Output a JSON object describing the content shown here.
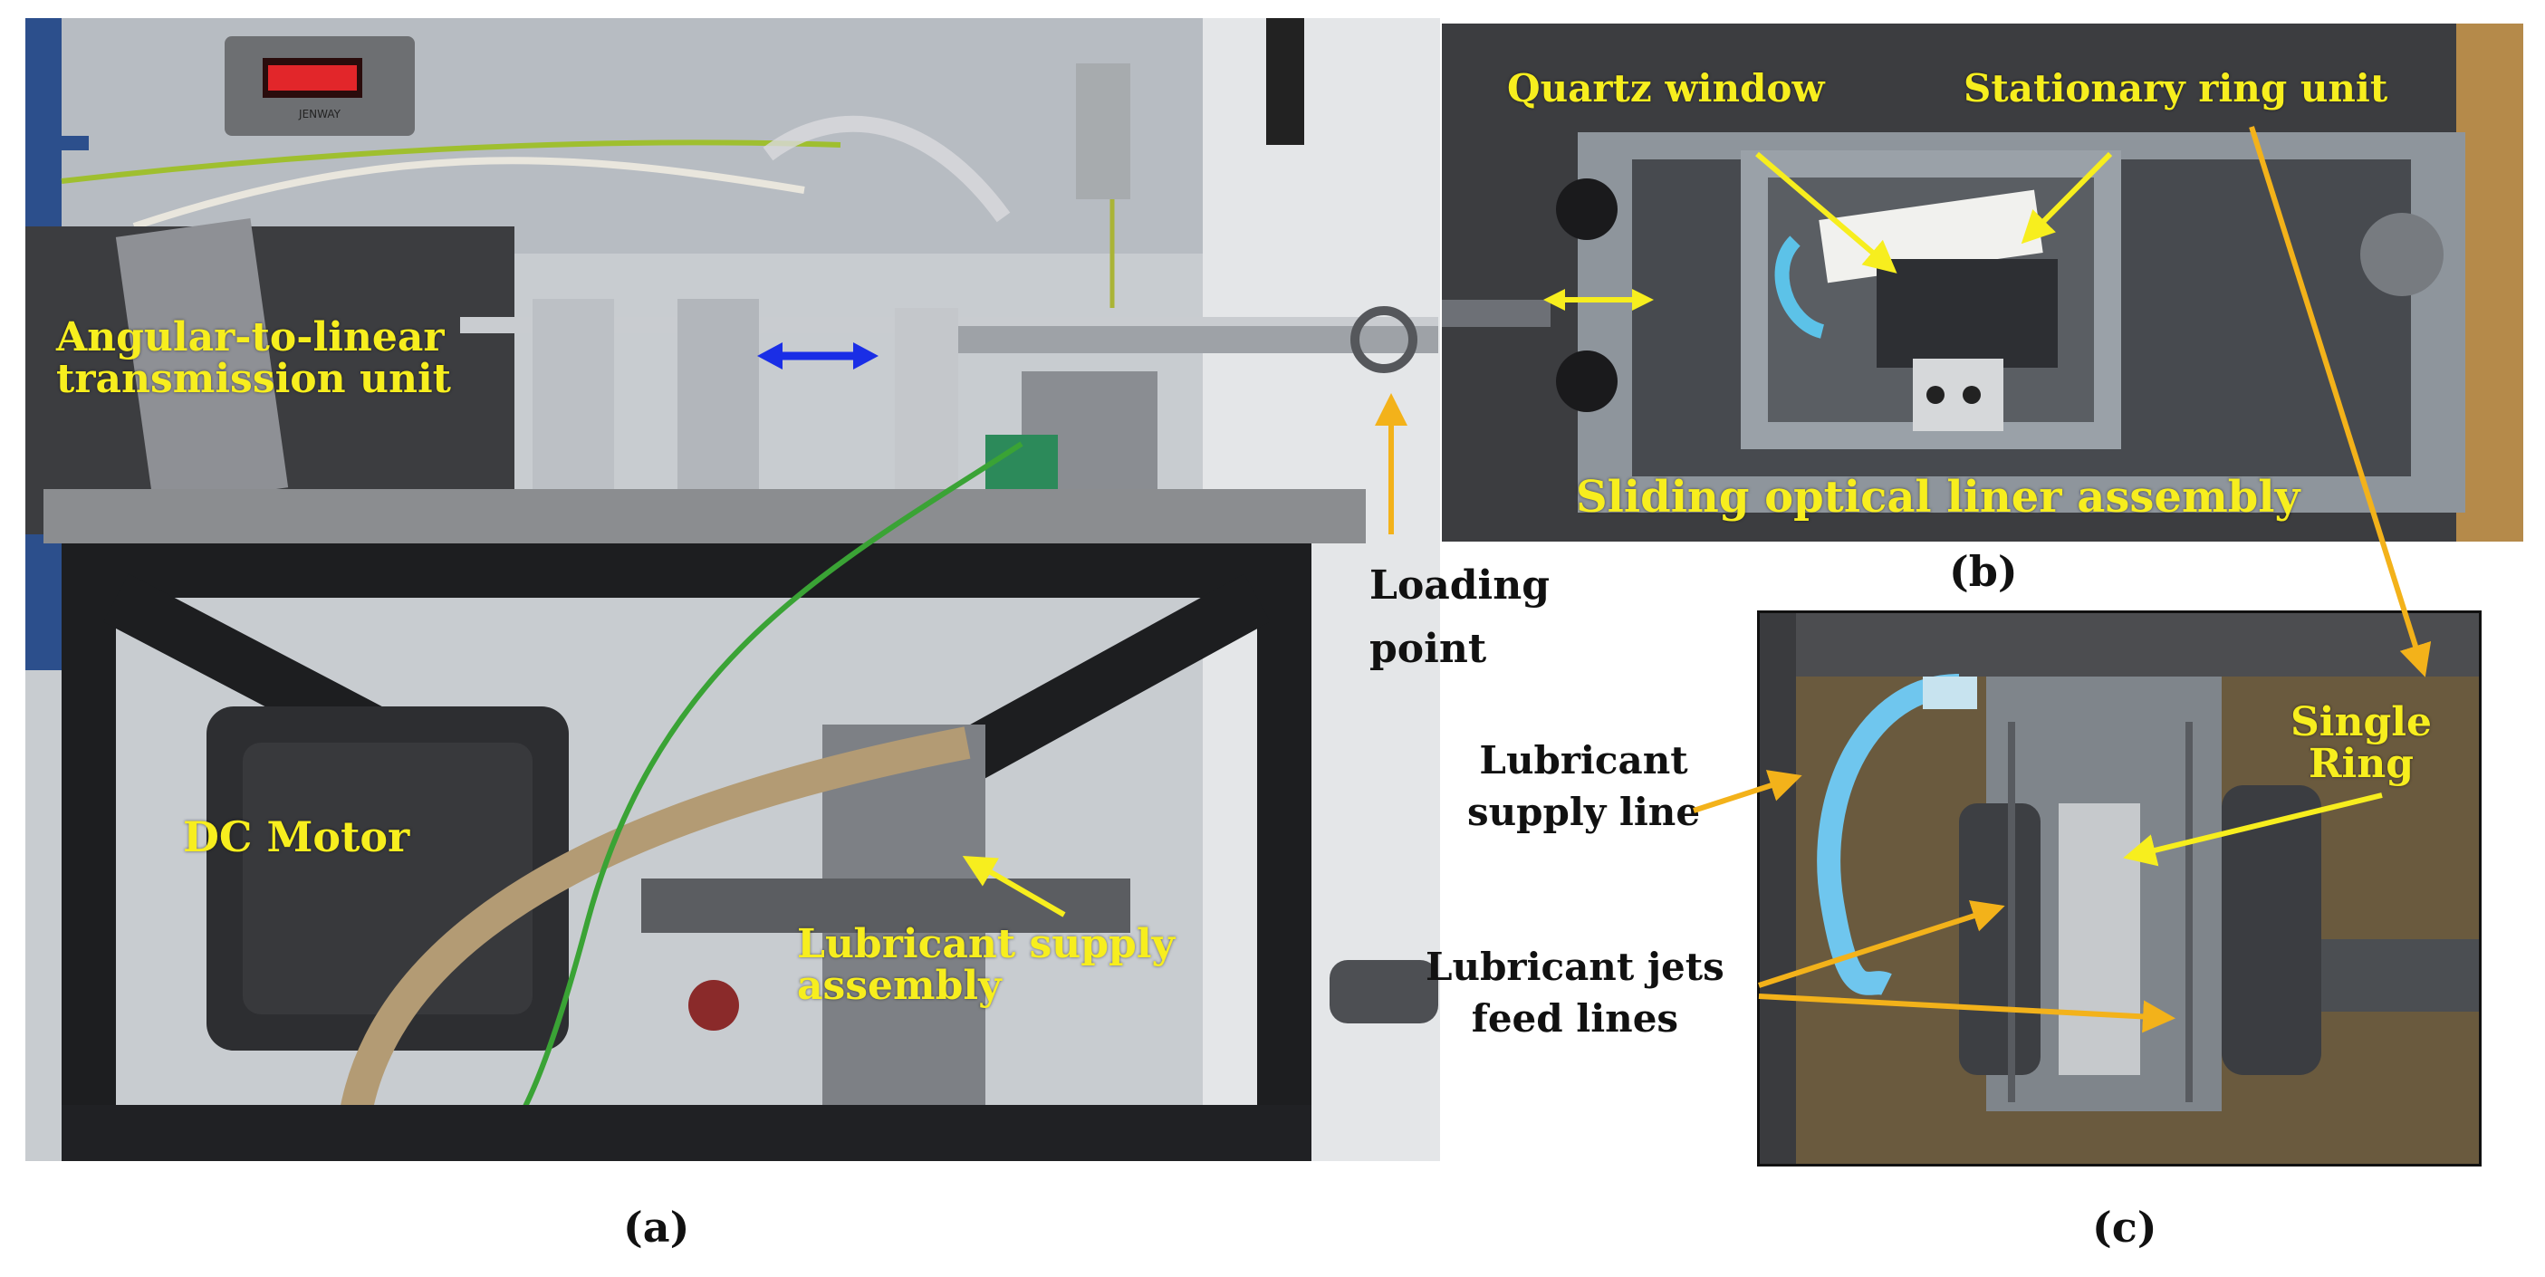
{
  "captions": {
    "a": "(a)",
    "b": "(b)",
    "c": "(c)"
  },
  "panel_a": {
    "display": {
      "brand": "JENWAY"
    },
    "labels": {
      "transmission": [
        "Angular-to-linear",
        "transmission unit"
      ],
      "motor": "DC Motor",
      "lubricant_assembly": [
        "Lubricant supply",
        "assembly"
      ]
    }
  },
  "loading_point": [
    "Loading",
    "point"
  ],
  "panel_b": {
    "labels": {
      "quartz": "Quartz window",
      "stationary": "Stationary ring unit",
      "sliding": "Sliding optical liner assembly"
    }
  },
  "panel_c": {
    "labels": {
      "supply_line": [
        "Lubricant",
        "supply line"
      ],
      "jets": [
        "Lubricant jets",
        "feed lines"
      ],
      "single_ring": [
        "Single",
        "Ring"
      ]
    }
  },
  "colors": {
    "label_yellow": "#f7ee1e",
    "arrow_yellow": "#f7ee1e",
    "arrow_orange": "#f3b21a",
    "arrow_blue": "#1a2ee6",
    "cable_green": "#3aa335"
  }
}
